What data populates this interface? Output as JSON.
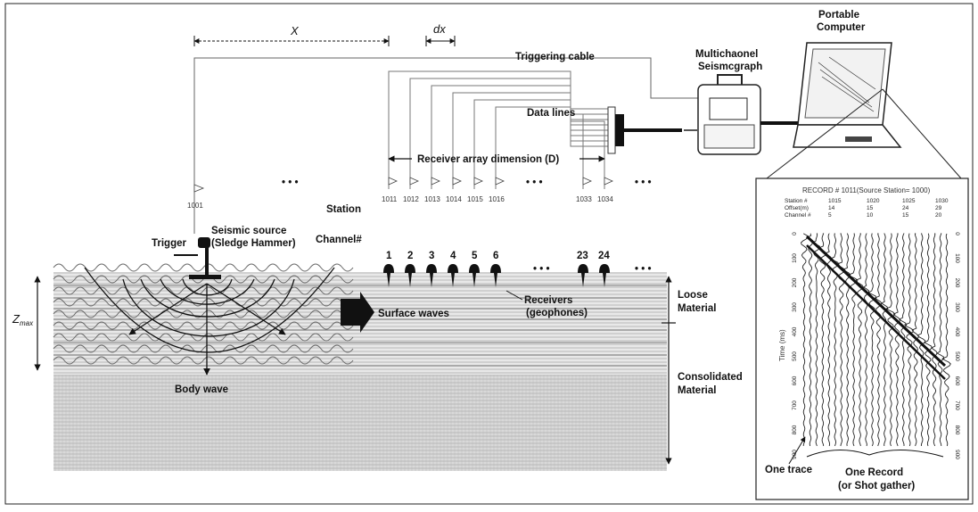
{
  "labels": {
    "x": "X",
    "dx": "dx",
    "triggering_cable": "Triggering cable",
    "seismograph_1": "Multichaonel",
    "seismograph_2": "Seismcgraph",
    "computer_1": "Portable",
    "computer_2": "Computer",
    "data_lines": "Data lines",
    "receiver_array": "Receiver array dimension (D)",
    "station": "Station",
    "channel": "Channel#",
    "trigger": "Trigger",
    "source_1": "Seismic source",
    "source_2": "(Sledge Hammer)",
    "surface_waves": "Surface waves",
    "receivers_1": "Receivers",
    "receivers_2": "(geophones)",
    "zmax_z": "Z",
    "zmax_sub": "max",
    "body_wave": "Body wave",
    "loose_1": "Loose",
    "loose_2": "Material",
    "consolidated_1": "Consolidated",
    "consolidated_2": "Material",
    "ellipsis": "• • •",
    "one_trace": "One trace",
    "one_record_1": "One Record",
    "one_record_2": "(or Shot gather)"
  },
  "source_station": "1001",
  "stations": [
    "1011",
    "1012",
    "1013",
    "1014",
    "1015",
    "1016",
    "1033",
    "1034"
  ],
  "channels": [
    "1",
    "2",
    "3",
    "4",
    "5",
    "6",
    "23",
    "24"
  ],
  "record": {
    "title": "RECORD # 1011(Source Station= 1000)",
    "row_labels": [
      "Station #",
      "Offset(m)",
      "Channel #"
    ],
    "stations": [
      "1015",
      "1020",
      "1025",
      "1030"
    ],
    "offsets": [
      "14",
      "15",
      "24",
      "29"
    ],
    "channels": [
      "5",
      "10",
      "15",
      "20"
    ],
    "time_label": "Time (ms)",
    "time_ticks": [
      "0",
      "100",
      "200",
      "300",
      "400",
      "500",
      "600",
      "700",
      "800",
      "900"
    ]
  }
}
